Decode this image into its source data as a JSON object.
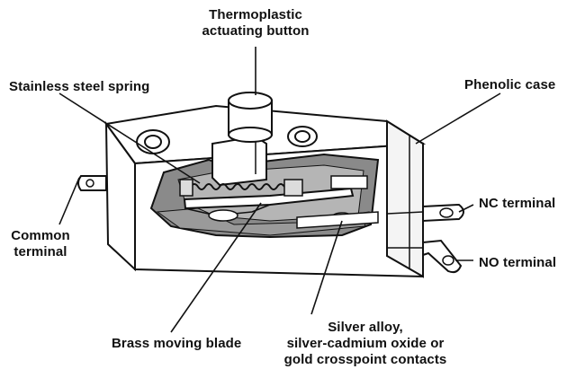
{
  "labels": {
    "button": {
      "line1": "Thermoplastic",
      "line2": "actuating button"
    },
    "spring": "Stainless steel spring",
    "case": "Phenolic case",
    "common": {
      "line1": "Common",
      "line2": "terminal"
    },
    "nc": "NC terminal",
    "no": "NO terminal",
    "blade": "Brass moving blade",
    "contacts": {
      "line1": "Silver alloy,",
      "line2": "silver-cadmium oxide or",
      "line3": "gold crosspoint contacts"
    }
  },
  "colors": {
    "outline": "#111111",
    "cutaway": "#8a8a8a",
    "body": "#ffffff"
  }
}
